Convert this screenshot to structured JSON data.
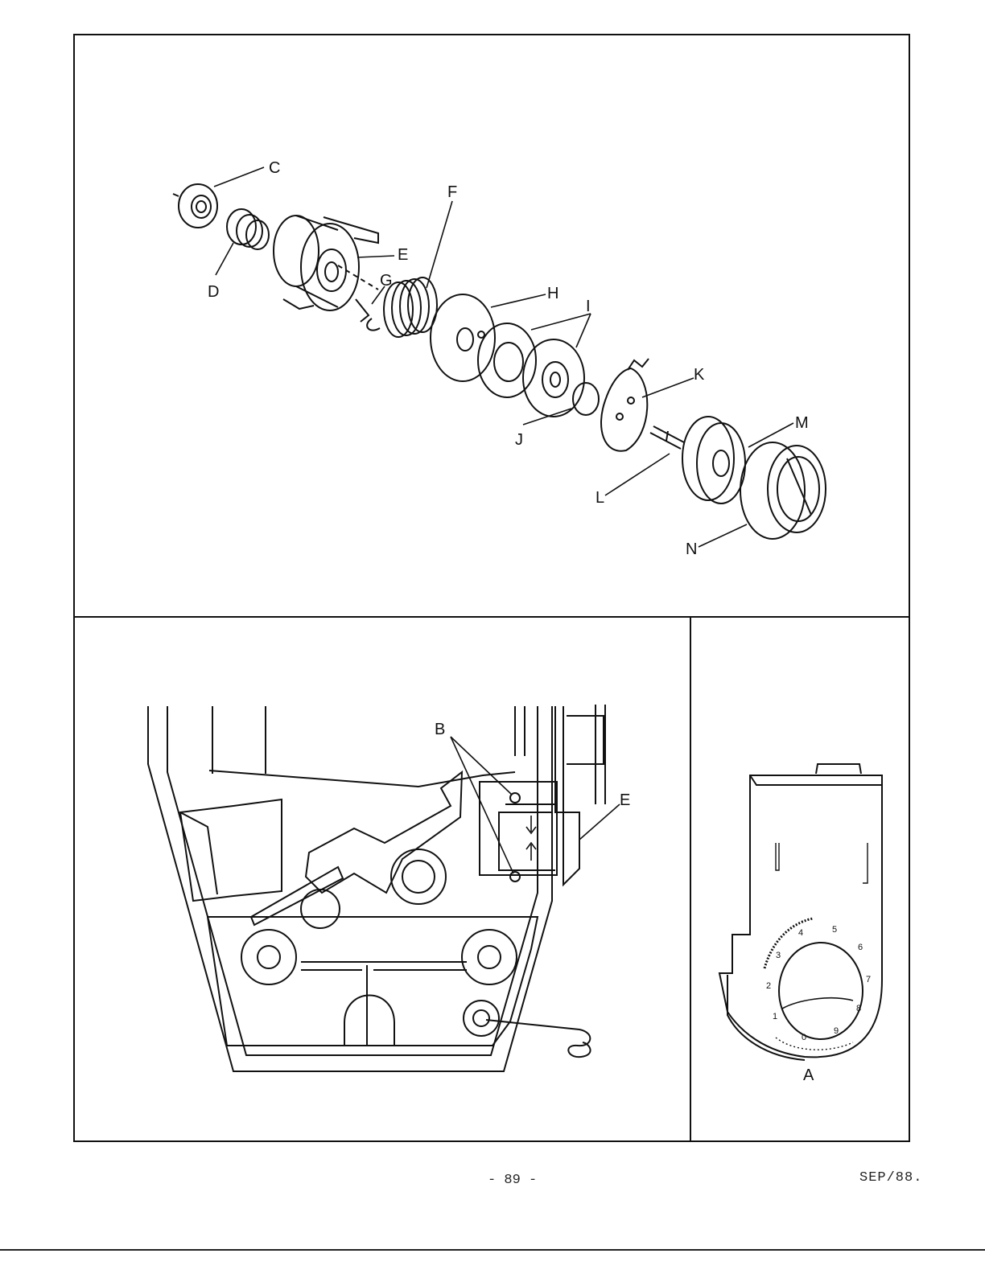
{
  "top_panel": {
    "labels": {
      "C": "C",
      "D": "D",
      "E": "E",
      "F": "F",
      "G": "G",
      "H": "H",
      "I": "I",
      "J": "J",
      "K": "K",
      "L": "L",
      "M": "M",
      "N": "N"
    }
  },
  "bottom_left_panel": {
    "labels": {
      "B": "B",
      "E": "E"
    }
  },
  "bottom_right_panel": {
    "dial_numbers": [
      "0",
      "1",
      "2",
      "3",
      "4",
      "5",
      "6",
      "7",
      "8",
      "9"
    ],
    "label": "A"
  },
  "footer": {
    "page_number": "- 89 -",
    "date": "SEP/88."
  }
}
